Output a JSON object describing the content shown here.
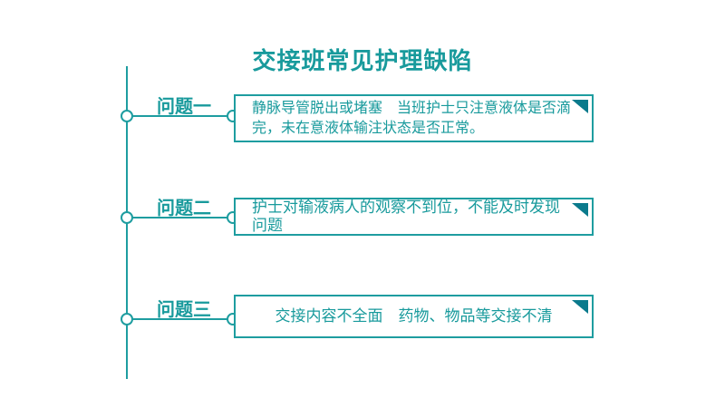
{
  "slide": {
    "title": "交接班常见护理缺陷",
    "rows": [
      {
        "label": "问题一",
        "text": "静脉导管脱出或堵塞　当班护士只注意液体是否滴完，未在意液体输注状态是否正常。"
      },
      {
        "label": "问题二",
        "text": "护士对输液病人的观察不到位，不能及时发现问题"
      },
      {
        "label": "问题三",
        "text": "交接内容不全面　药物、物品等交接不清"
      }
    ],
    "colors": {
      "accent_teal": "#189a9c",
      "line_teal": "#1e9da0",
      "corner_triangle": "#0b7a8c",
      "background": "#ffffff"
    }
  }
}
